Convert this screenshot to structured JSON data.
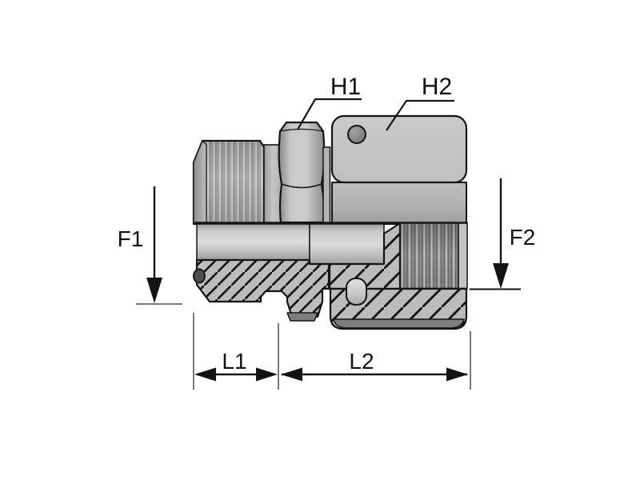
{
  "drawing": {
    "type": "technical-section-drawing",
    "subject": "hydraulic-adapter-fitting",
    "labels": {
      "h1": "H1",
      "h2": "H2",
      "f1": "F1",
      "f2": "F2",
      "l1": "L1",
      "l2": "L2"
    },
    "colors": {
      "background": "#ffffff",
      "outline": "#141414",
      "metal_light": "#c6c6c6",
      "metal_mid": "#b3b3b3",
      "hatch_fill": "#bcbcbc",
      "thread_dark": "#8a8a8a",
      "chamfer_dark": "#7e7e7e",
      "dimension_line": "#141414",
      "extension_line": "#7a7a7a",
      "text": "#111111"
    }
  }
}
